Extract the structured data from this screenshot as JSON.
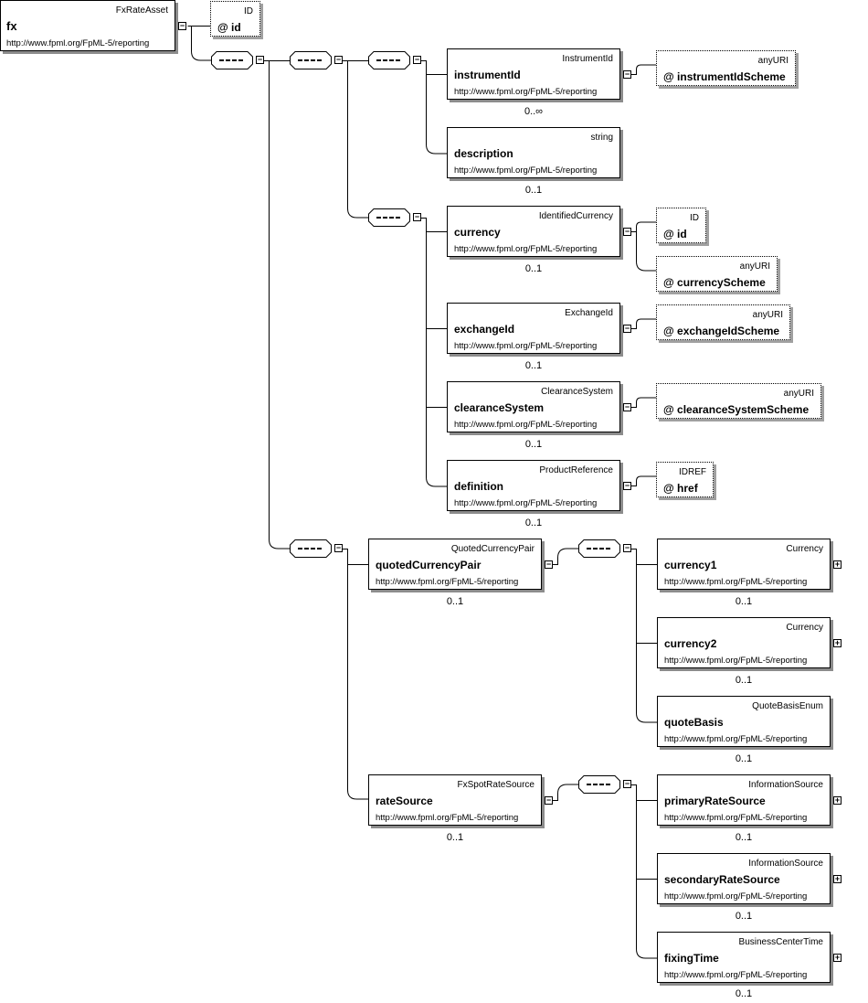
{
  "root": {
    "type": "FxRateAsset",
    "name": "fx",
    "ns": "http://www.fpml.org/FpML-5/reporting"
  },
  "root_attr": {
    "type": "ID",
    "name": "@  id"
  },
  "instrumentId": {
    "type": "InstrumentId",
    "name": "instrumentId",
    "ns": "http://www.fpml.org/FpML-5/reporting",
    "card": "0..∞"
  },
  "instrumentIdScheme": {
    "type": "anyURI",
    "name": "@  instrumentIdScheme"
  },
  "description": {
    "type": "string",
    "name": "description",
    "ns": "http://www.fpml.org/FpML-5/reporting",
    "card": "0..1"
  },
  "currency": {
    "type": "IdentifiedCurrency",
    "name": "currency",
    "ns": "http://www.fpml.org/FpML-5/reporting",
    "card": "0..1"
  },
  "currency_id": {
    "type": "ID",
    "name": "@  id"
  },
  "currencyScheme": {
    "type": "anyURI",
    "name": "@  currencyScheme"
  },
  "exchangeId": {
    "type": "ExchangeId",
    "name": "exchangeId",
    "ns": "http://www.fpml.org/FpML-5/reporting",
    "card": "0..1"
  },
  "exchangeIdScheme": {
    "type": "anyURI",
    "name": "@  exchangeIdScheme"
  },
  "clearanceSystem": {
    "type": "ClearanceSystem",
    "name": "clearanceSystem",
    "ns": "http://www.fpml.org/FpML-5/reporting",
    "card": "0..1"
  },
  "clearanceSystemScheme": {
    "type": "anyURI",
    "name": "@  clearanceSystemScheme"
  },
  "definition": {
    "type": "ProductReference",
    "name": "definition",
    "ns": "http://www.fpml.org/FpML-5/reporting",
    "card": "0..1"
  },
  "href": {
    "type": "IDREF",
    "name": "@  href"
  },
  "quotedCurrencyPair": {
    "type": "QuotedCurrencyPair",
    "name": "quotedCurrencyPair",
    "ns": "http://www.fpml.org/FpML-5/reporting",
    "card": "0..1"
  },
  "currency1": {
    "type": "Currency",
    "name": "currency1",
    "ns": "http://www.fpml.org/FpML-5/reporting",
    "card": "0..1"
  },
  "currency2": {
    "type": "Currency",
    "name": "currency2",
    "ns": "http://www.fpml.org/FpML-5/reporting",
    "card": "0..1"
  },
  "quoteBasis": {
    "type": "QuoteBasisEnum",
    "name": "quoteBasis",
    "ns": "http://www.fpml.org/FpML-5/reporting",
    "card": "0..1"
  },
  "rateSource": {
    "type": "FxSpotRateSource",
    "name": "rateSource",
    "ns": "http://www.fpml.org/FpML-5/reporting",
    "card": "0..1"
  },
  "primaryRateSource": {
    "type": "InformationSource",
    "name": "primaryRateSource",
    "ns": "http://www.fpml.org/FpML-5/reporting",
    "card": "0..1"
  },
  "secondaryRateSource": {
    "type": "InformationSource",
    "name": "secondaryRateSource",
    "ns": "http://www.fpml.org/FpML-5/reporting",
    "card": "0..1"
  },
  "fixingTime": {
    "type": "BusinessCenterTime",
    "name": "fixingTime",
    "ns": "http://www.fpml.org/FpML-5/reporting",
    "card": "0..1"
  },
  "toggles": {
    "collapse": "−",
    "expand": "+"
  }
}
